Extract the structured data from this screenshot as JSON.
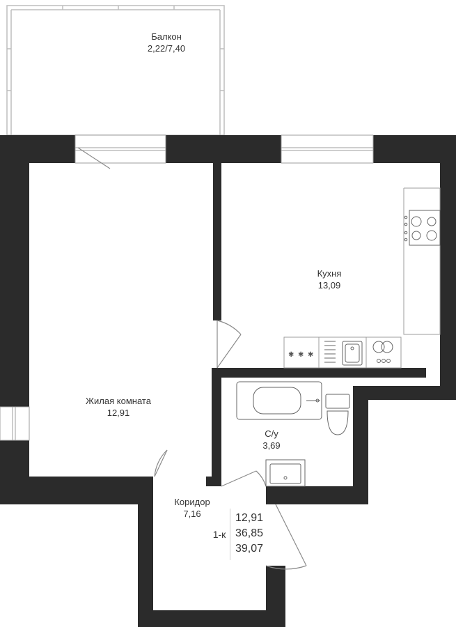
{
  "colors": {
    "wall": "#2b2b2b",
    "line": "#bdbdbd",
    "text": "#333333"
  },
  "rooms": {
    "balcony": {
      "name": "Балкон",
      "area": "2,22/7,40"
    },
    "kitchen": {
      "name": "Кухня",
      "area": "13,09"
    },
    "living": {
      "name": "Жилая комната",
      "area": "12,91"
    },
    "bathroom": {
      "name": "С/у",
      "area": "3,69"
    },
    "corridor": {
      "name": "Коридор",
      "area": "7,16"
    }
  },
  "summary": {
    "type": "1-к",
    "living_area": "12,91",
    "usable_area": "36,85",
    "total_area": "39,07"
  },
  "icons": [
    "door-swing-icon",
    "window-icon",
    "stove-icon",
    "sink-icon",
    "bathtub-icon",
    "toilet-icon",
    "washbasin-icon",
    "ventilation-duct-icon"
  ]
}
